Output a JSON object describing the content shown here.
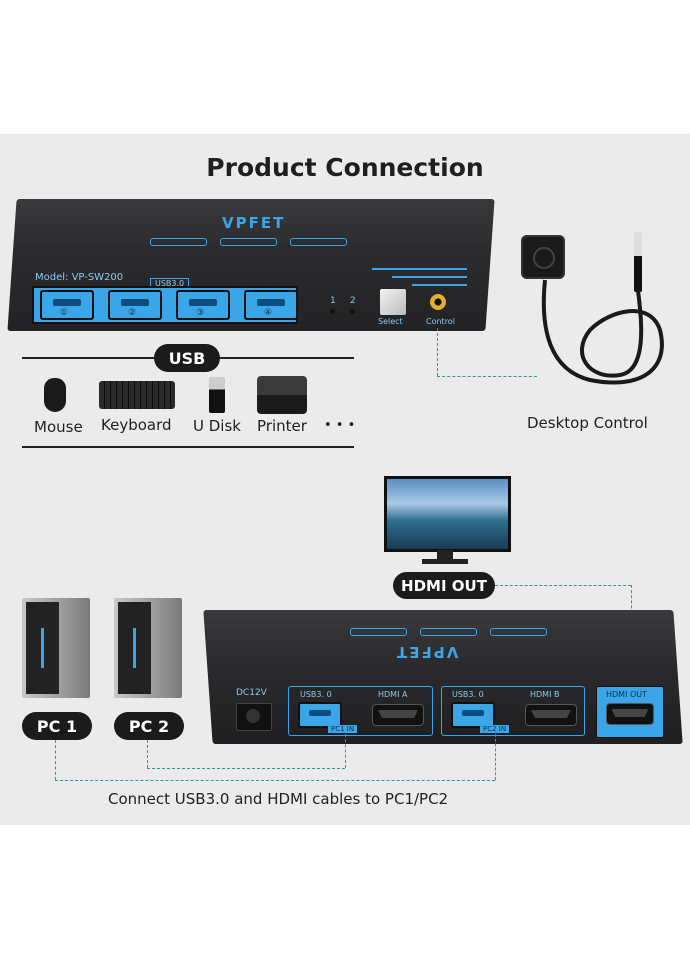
{
  "title": "Product Connection",
  "top_device": {
    "brand": "VPFET",
    "model": "Model: VP-SW200",
    "usb_label": "USB3.0",
    "port_numbers": [
      "①",
      "②",
      "③",
      "④"
    ],
    "led_labels": [
      "1",
      "2"
    ],
    "select_label": "Select",
    "control_label": "Control"
  },
  "usb_section": {
    "label": "USB",
    "devices": [
      "Mouse",
      "Keyboard",
      "U Disk",
      "Printer",
      "• • •"
    ]
  },
  "desktop_control_label": "Desktop Control",
  "hdmi_out_label": "HDMI OUT",
  "rear_device": {
    "brand": "VPFET",
    "dc_label": "DC12V",
    "group1": {
      "usb": "USB3. 0",
      "hdmi": "HDMI A",
      "tag": "PC1 IN"
    },
    "group2": {
      "usb": "USB3. 0",
      "hdmi": "HDMI B",
      "tag": "PC2 IN"
    },
    "out_label": "HDMI OUT"
  },
  "pcs": [
    "PC 1",
    "PC 2"
  ],
  "caption": "Connect USB3.0 and HDMI cables to PC1/PC2",
  "colors": {
    "accent": "#3aa6e8",
    "dash": "#2a9a9a",
    "device": "#2b2b2d"
  }
}
